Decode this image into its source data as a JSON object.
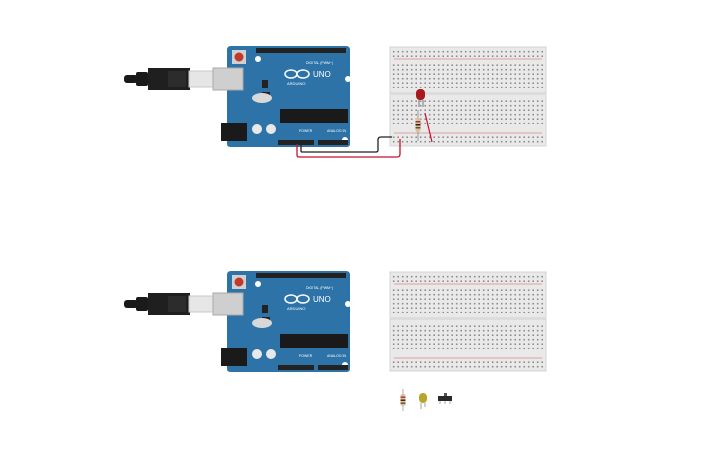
{
  "circuits": [
    {
      "arduino": {
        "brand": "ARDUINO",
        "model": "UNO",
        "labels": {
          "digital": "DIGITAL (PWM~)",
          "power": "POWER",
          "analog": "ANALOG IN"
        },
        "colors": {
          "board": "#2d73a8",
          "header": "#222222"
        }
      },
      "breadboard": {
        "populated": true
      },
      "wires": [
        {
          "color": "#222222",
          "name": "gnd-wire"
        },
        {
          "color": "#c8102e",
          "name": "power-wire"
        }
      ],
      "led": {
        "color": "#c8102e"
      }
    },
    {
      "arduino": {
        "brand": "ARDUINO",
        "model": "UNO",
        "labels": {
          "digital": "DIGITAL (PWM~)",
          "power": "POWER",
          "analog": "ANALOG IN"
        },
        "colors": {
          "board": "#2d73a8",
          "header": "#222222"
        }
      },
      "breadboard": {
        "populated": false
      }
    }
  ],
  "parts_bin": [
    {
      "name": "resistor",
      "icon": "resistor-icon"
    },
    {
      "name": "led-yellow",
      "icon": "led-icon",
      "color": "#b9a32a"
    },
    {
      "name": "slide-switch",
      "icon": "switch-icon"
    }
  ]
}
